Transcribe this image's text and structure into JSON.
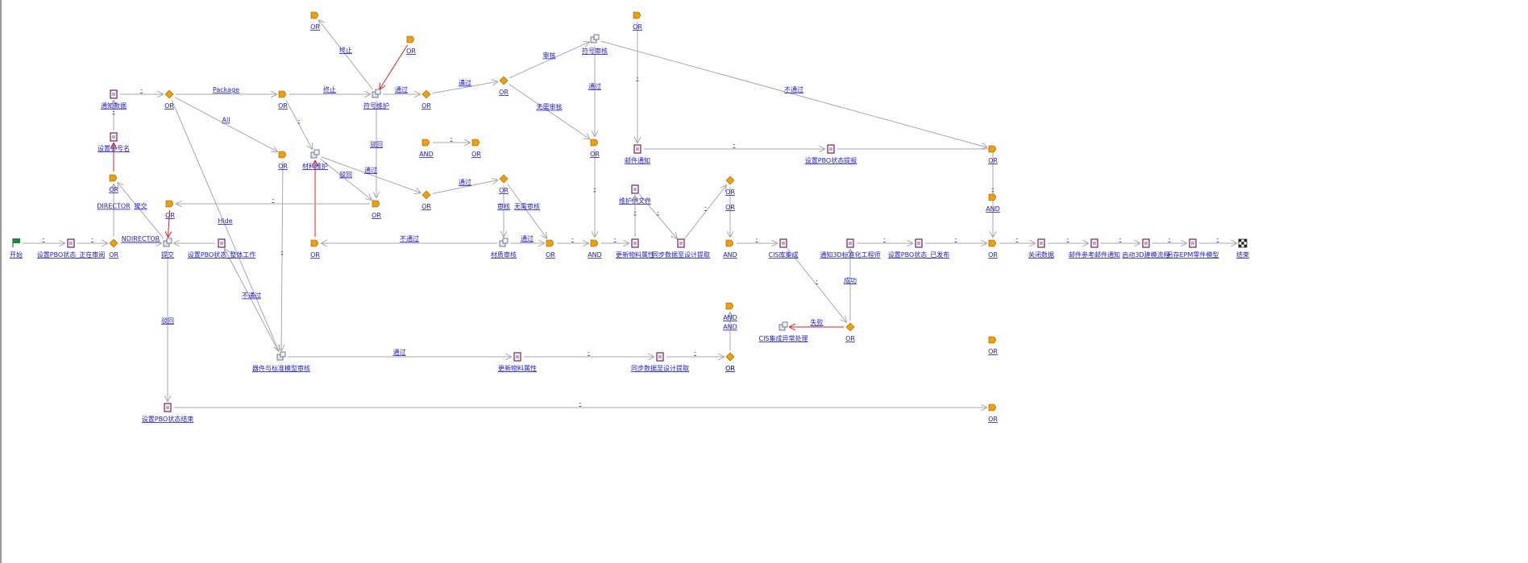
{
  "colors": {
    "edge": "#a9a9a9",
    "edge_red": "#e02020",
    "label": "#1a1ad8",
    "diamond": "#f2a000",
    "gate": "#f2a000",
    "task": "#7a1a5a",
    "start": "#1a8a3a"
  },
  "nodes": [
    {
      "id": "start",
      "type": "start",
      "label": "开始"
    },
    {
      "id": "n1",
      "type": "task",
      "label": "设置PBO状态_正在审阅"
    },
    {
      "id": "d1",
      "type": "diamond",
      "label": "OR"
    },
    {
      "id": "g1",
      "type": "gate",
      "label": "OR"
    },
    {
      "id": "t_setnum",
      "type": "task",
      "label": "设置参号名"
    },
    {
      "id": "t_notice",
      "type": "task",
      "label": "通知数据"
    },
    {
      "id": "d2",
      "type": "diamond",
      "label": "OR"
    },
    {
      "id": "submit",
      "type": "proc",
      "label": "提交"
    },
    {
      "id": "g_or2",
      "type": "gate",
      "label": "OR"
    },
    {
      "id": "t_pbo_work",
      "type": "task",
      "label": "设置PBO状态_整体工作"
    },
    {
      "id": "t_pbo_fin",
      "type": "task",
      "label": "设置PBO状态结束"
    },
    {
      "id": "g_or3",
      "type": "gate",
      "label": "OR"
    },
    {
      "id": "g_or4",
      "type": "gate",
      "label": "OR"
    },
    {
      "id": "g_or5",
      "type": "gate",
      "label": "OR"
    },
    {
      "id": "p_mat",
      "type": "proc",
      "label": "材料维护"
    },
    {
      "id": "g_or6",
      "type": "gate",
      "label": "OR"
    },
    {
      "id": "g_or7",
      "type": "gate",
      "label": "OR"
    },
    {
      "id": "p_num",
      "type": "proc",
      "label": "符号维护"
    },
    {
      "id": "g_or8",
      "type": "gate",
      "label": "OR"
    },
    {
      "id": "d_or9",
      "type": "diamond",
      "label": "OR"
    },
    {
      "id": "g_and1",
      "type": "gate",
      "label": "AND"
    },
    {
      "id": "d_or10",
      "type": "diamond",
      "label": "OR"
    },
    {
      "id": "g_or11",
      "type": "gate",
      "label": "OR"
    },
    {
      "id": "d_or12",
      "type": "diamond",
      "label": "OR"
    },
    {
      "id": "d_or13",
      "type": "diamond",
      "label": "OR"
    },
    {
      "id": "p_fuhao_audit",
      "type": "proc",
      "label": "符号审核"
    },
    {
      "id": "g_or14",
      "type": "gate",
      "label": "OR"
    },
    {
      "id": "p_mat_audit",
      "type": "proc",
      "label": "材质审核"
    },
    {
      "id": "g_or15",
      "type": "gate",
      "label": "OR"
    },
    {
      "id": "g_or16",
      "type": "gate",
      "label": "OR"
    },
    {
      "id": "t_mail",
      "type": "task",
      "label": "邮件通知"
    },
    {
      "id": "t_pbo_sent",
      "type": "task",
      "label": "设置PBO状态提报"
    },
    {
      "id": "g_or17",
      "type": "gate",
      "label": "OR"
    },
    {
      "id": "t_maint",
      "type": "task",
      "label": "维护供文件"
    },
    {
      "id": "g_and2",
      "type": "gate",
      "label": "AND"
    },
    {
      "id": "t_upd",
      "type": "task",
      "label": "更新物料属性"
    },
    {
      "id": "t_sync",
      "type": "task",
      "label": "同步数据至设计提取"
    },
    {
      "id": "d_or18",
      "type": "diamond",
      "label": "OR"
    },
    {
      "id": "g_and3",
      "type": "gate",
      "label": "AND"
    },
    {
      "id": "t_cis",
      "type": "task",
      "label": "CIS库集成"
    },
    {
      "id": "t_notify3d",
      "type": "task",
      "label": "通知3D标准化工程师"
    },
    {
      "id": "t_pbo_pub",
      "type": "task",
      "label": "设置PBO状态_已发布"
    },
    {
      "id": "g_or19",
      "type": "gate",
      "label": "OR"
    },
    {
      "id": "t_close",
      "type": "task",
      "label": "关闭数据"
    },
    {
      "id": "t_mailall",
      "type": "task",
      "label": "邮件参考邮件通知"
    },
    {
      "id": "t_start3d",
      "type": "task",
      "label": "启动3D建模流程"
    },
    {
      "id": "t_epm",
      "type": "task",
      "label": "另存EPM零件模型"
    },
    {
      "id": "end",
      "type": "end",
      "label": "结束"
    },
    {
      "id": "p_cis_err",
      "type": "proc",
      "label": "CIS集成异常处理"
    },
    {
      "id": "d_or20",
      "type": "diamond",
      "label": "OR"
    },
    {
      "id": "p_part_audit",
      "type": "proc",
      "label": "器件与标准模型审核"
    },
    {
      "id": "t_upd2",
      "type": "task",
      "label": "更新物料属性"
    },
    {
      "id": "t_sync2",
      "type": "task",
      "label": "同步数据至设计提取"
    },
    {
      "id": "d_or21",
      "type": "diamond",
      "label": "OR"
    },
    {
      "id": "g_and4",
      "type": "gate",
      "label": "AND"
    },
    {
      "id": "g_or22",
      "type": "gate",
      "label": "OR"
    },
    {
      "id": "g_and5",
      "type": "gate",
      "label": "AND"
    },
    {
      "id": "d_or23",
      "type": "diamond",
      "label": "OR"
    },
    {
      "id": "g_or24",
      "type": "gate",
      "label": "OR"
    }
  ],
  "edges": [
    {
      "from": "start",
      "to": "n1",
      "label": "-"
    },
    {
      "from": "n1",
      "to": "d1",
      "label": "-"
    },
    {
      "from": "d1",
      "to": "g1",
      "label": "DIRECTOR"
    },
    {
      "from": "d1",
      "to": "submit",
      "label": "NDIRECTOR"
    },
    {
      "from": "g1",
      "to": "t_setnum",
      "label": "",
      "color": "red"
    },
    {
      "from": "t_setnum",
      "to": "t_notice",
      "label": "-"
    },
    {
      "from": "t_notice",
      "to": "d2",
      "label": "-"
    },
    {
      "from": "d2",
      "to": "g_or3",
      "label": "Package"
    },
    {
      "from": "d2",
      "to": "g_or4",
      "label": "All"
    },
    {
      "from": "d2",
      "to": "p_part_audit",
      "label": "Hide"
    },
    {
      "from": "submit",
      "to": "g1",
      "label": "提交"
    },
    {
      "from": "g_or2",
      "to": "submit",
      "label": "",
      "color": "red"
    },
    {
      "from": "t_pbo_work",
      "to": "submit",
      "label": ""
    },
    {
      "from": "submit",
      "to": "t_pbo_fin",
      "label": "驳回"
    },
    {
      "from": "g_or3",
      "to": "p_num",
      "label": "终止"
    },
    {
      "from": "g_or3",
      "to": "p_mat",
      "label": "-"
    },
    {
      "from": "g_or4",
      "to": "p_part_audit",
      "label": "-"
    },
    {
      "from": "p_num",
      "to": "g_or5",
      "label": "终止"
    },
    {
      "from": "p_num",
      "to": "d_or9",
      "label": "通过"
    },
    {
      "from": "p_num",
      "to": "g_or8",
      "label": "驳回"
    },
    {
      "from": "g_or6",
      "to": "p_num",
      "label": "",
      "color": "red"
    },
    {
      "from": "p_mat",
      "to": "g_or8",
      "label": "驳回"
    },
    {
      "from": "p_mat",
      "to": "d_or10",
      "label": "通过"
    },
    {
      "from": "g_or7",
      "to": "p_mat",
      "label": "",
      "color": "red"
    },
    {
      "from": "g_or8",
      "to": "g_or2",
      "label": "-"
    },
    {
      "from": "d_or9",
      "to": "d_or12",
      "label": "通过"
    },
    {
      "from": "g_and1",
      "to": "g_or11",
      "label": "-"
    },
    {
      "from": "d_or10",
      "to": "d_or13",
      "label": "通过"
    },
    {
      "from": "p_fuhao_audit",
      "to": "g_or14",
      "label": "通过"
    },
    {
      "from": "p_fuhao_audit",
      "to": "g_or17",
      "label": "不通过"
    },
    {
      "from": "d_or12",
      "to": "p_fuhao_audit",
      "label": "审核"
    },
    {
      "from": "d_or12",
      "to": "g_or14",
      "label": "无需审核"
    },
    {
      "from": "d_or13",
      "to": "p_mat_audit",
      "label": "审核"
    },
    {
      "from": "d_or13",
      "to": "g_or15",
      "label": "无需审核"
    },
    {
      "from": "p_mat_audit",
      "to": "g_or15",
      "label": "通过"
    },
    {
      "from": "p_mat_audit",
      "to": "g_or7",
      "label": "不通过"
    },
    {
      "from": "g_or16",
      "to": "t_mail",
      "label": "-"
    },
    {
      "from": "t_mail",
      "to": "t_pbo_sent",
      "label": "-"
    },
    {
      "from": "t_pbo_sent",
      "to": "g_or19",
      "label": "-"
    },
    {
      "from": "g_or15",
      "to": "g_and2",
      "label": "-"
    },
    {
      "from": "g_or14",
      "to": "g_and2",
      "label": "-"
    },
    {
      "from": "g_and2",
      "to": "t_upd",
      "label": "-"
    },
    {
      "from": "t_upd",
      "to": "t_maint",
      "label": "-"
    },
    {
      "from": "t_maint",
      "to": "t_sync",
      "label": "-"
    },
    {
      "from": "t_sync",
      "to": "d_or18",
      "label": "-"
    },
    {
      "from": "d_or18",
      "to": "g_and3",
      "label": "OR"
    },
    {
      "from": "g_and3",
      "to": "t_cis",
      "label": "-"
    },
    {
      "from": "t_cis",
      "to": "d_or20",
      "label": "-"
    },
    {
      "from": "d_or20",
      "to": "t_notify3d",
      "label": "成功"
    },
    {
      "from": "d_or20",
      "to": "p_cis_err",
      "label": "失败",
      "color": "red"
    },
    {
      "from": "t_notify3d",
      "to": "t_pbo_pub",
      "label": "-"
    },
    {
      "from": "t_pbo_pub",
      "to": "g_or19",
      "label": "-"
    },
    {
      "from": "g_or19",
      "to": "t_close",
      "label": "-"
    },
    {
      "from": "t_close",
      "to": "t_mailall",
      "label": "-"
    },
    {
      "from": "t_mailall",
      "to": "t_start3d",
      "label": "-"
    },
    {
      "from": "t_start3d",
      "to": "t_epm",
      "label": "-"
    },
    {
      "from": "t_epm",
      "to": "end",
      "label": "-"
    },
    {
      "from": "p_part_audit",
      "to": "t_pbo_work",
      "label": "不通过"
    },
    {
      "from": "p_part_audit",
      "to": "t_upd2",
      "label": "通过"
    },
    {
      "from": "t_upd2",
      "to": "t_sync2",
      "label": "-"
    },
    {
      "from": "t_sync2",
      "to": "d_or21",
      "label": "-"
    },
    {
      "from": "d_or21",
      "to": "g_and4",
      "label": "AND"
    },
    {
      "from": "t_pbo_fin",
      "to": "g_or24",
      "label": "-"
    }
  ]
}
